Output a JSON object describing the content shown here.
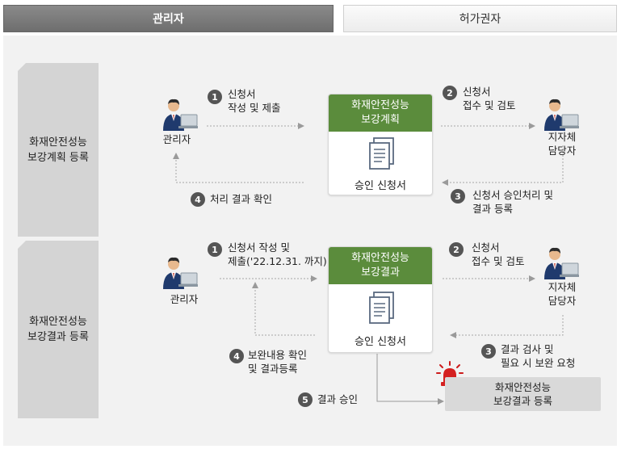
{
  "tabs": {
    "admin": "관리자",
    "authority": "허가권자"
  },
  "rows": [
    {
      "label": "화재안전성능\n보강계획 등록",
      "card": {
        "title": "화재안전성능\n보강계획",
        "footer": "승인 신청서"
      },
      "admin_label": "관리자",
      "official_label": "지자체\n담당자",
      "steps": [
        {
          "num": "1",
          "text": "신청서\n작성 및 제출"
        },
        {
          "num": "2",
          "text": "신청서\n접수 및 검토"
        },
        {
          "num": "3",
          "text": "신청서 승인처리 및\n결과 등록"
        },
        {
          "num": "4",
          "text": "처리 결과 확인"
        }
      ]
    },
    {
      "label": "화재안전성능\n보강결과 등록",
      "card": {
        "title": "화재안전성능\n보강결과",
        "footer": "승인 신청서"
      },
      "admin_label": "관리자",
      "official_label": "지자체\n담당자",
      "steps": [
        {
          "num": "1",
          "text": "신청서 작성 및\n제출('22.12.31. 까지)"
        },
        {
          "num": "2",
          "text": "신청서\n접수 및 검토"
        },
        {
          "num": "3",
          "text": "결과 검사 및\n필요 시 보완 요청"
        },
        {
          "num": "4",
          "text": "보완내용 확인\n및 결과등록"
        },
        {
          "num": "5",
          "text": "결과 승인"
        }
      ],
      "result_box": "화재안전성능\n보강결과 등록"
    }
  ],
  "colors": {
    "card_header": "#5b8c3c",
    "step_badge": "#555555",
    "alarm": "#cc1b1b",
    "panel": "#d4d4d4"
  }
}
